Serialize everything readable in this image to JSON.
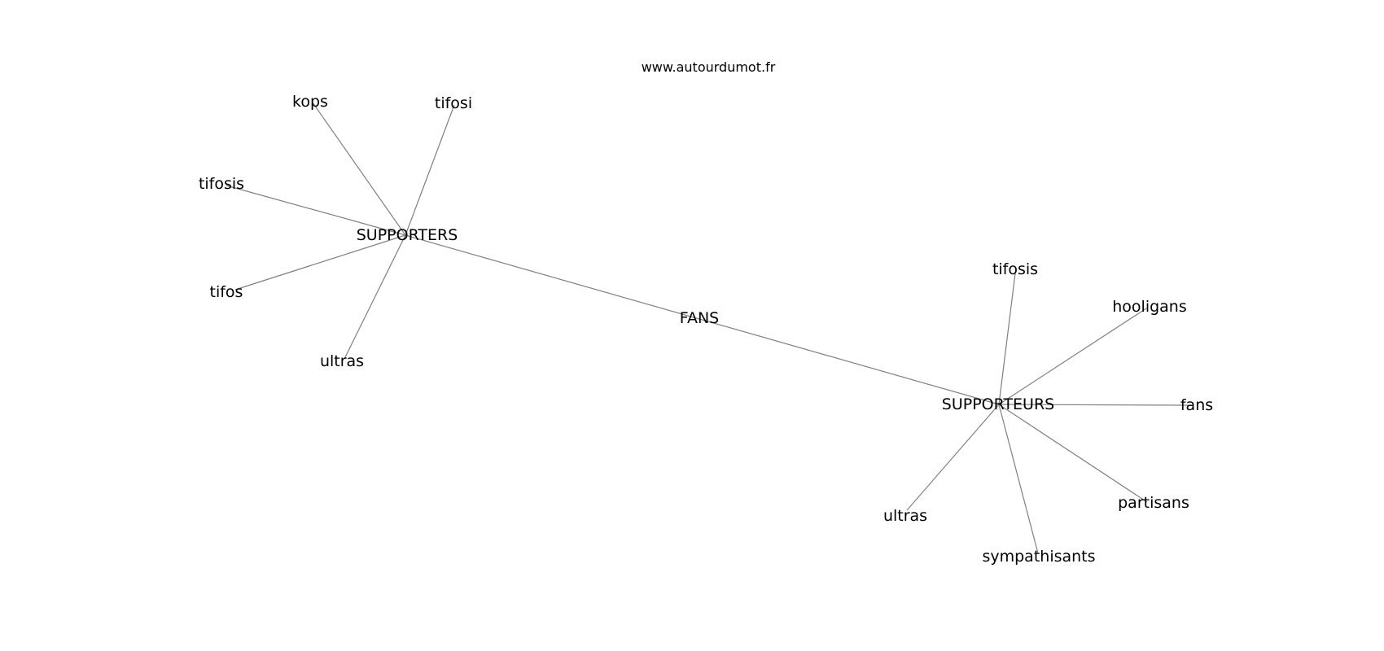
{
  "header": {
    "watermark": "www.autourdumot.fr"
  },
  "graph": {
    "nodes": [
      {
        "id": "fans_center",
        "label": "FANS"
      },
      {
        "id": "supporters",
        "label": "SUPPORTERS"
      },
      {
        "id": "supporteurs",
        "label": "SUPPORTEURS"
      },
      {
        "id": "kops",
        "label": "kops"
      },
      {
        "id": "tifosi",
        "label": "tifosi"
      },
      {
        "id": "tifosis_left",
        "label": "tifosis"
      },
      {
        "id": "tifos",
        "label": "tifos"
      },
      {
        "id": "ultras_left",
        "label": "ultras"
      },
      {
        "id": "tifosis_right",
        "label": "tifosis"
      },
      {
        "id": "hooligans",
        "label": "hooligans"
      },
      {
        "id": "fans_right",
        "label": "fans"
      },
      {
        "id": "partisans",
        "label": "partisans"
      },
      {
        "id": "sympathisants",
        "label": "sympathisants"
      },
      {
        "id": "ultras_right",
        "label": "ultras"
      }
    ],
    "edges": [
      [
        "supporters",
        "supporteurs"
      ],
      [
        "supporters",
        "kops"
      ],
      [
        "supporters",
        "tifosi"
      ],
      [
        "supporters",
        "tifosis_left"
      ],
      [
        "supporters",
        "tifos"
      ],
      [
        "supporters",
        "ultras_left"
      ],
      [
        "supporteurs",
        "tifosis_right"
      ],
      [
        "supporteurs",
        "hooligans"
      ],
      [
        "supporteurs",
        "fans_right"
      ],
      [
        "supporteurs",
        "partisans"
      ],
      [
        "supporteurs",
        "sympathisants"
      ],
      [
        "supporteurs",
        "ultras_right"
      ]
    ]
  }
}
